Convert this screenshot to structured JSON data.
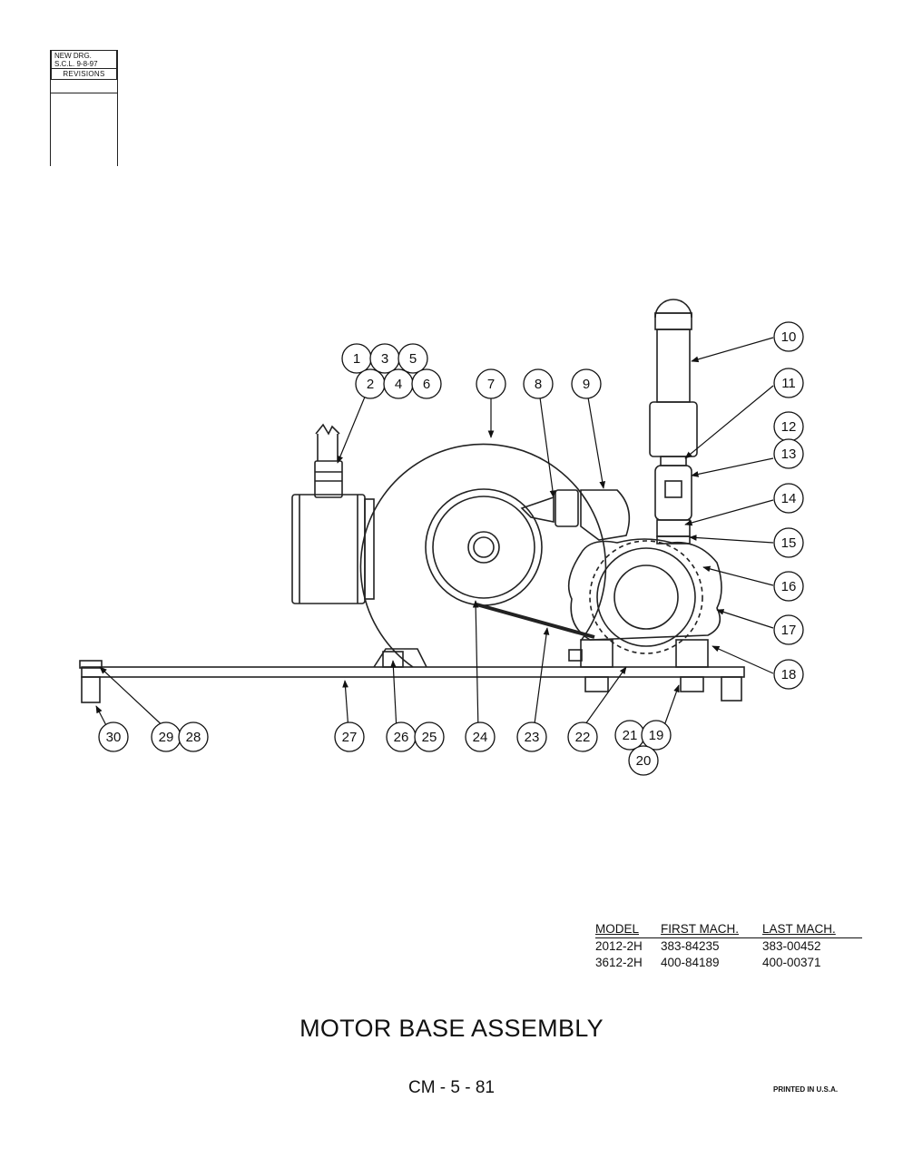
{
  "revision_block": {
    "line1": "NEW DRG.",
    "line2": "S.C.L.  9-8-97",
    "label": "REVISIONS"
  },
  "parts": {
    "p1": "1",
    "p2": "2",
    "p3": "3",
    "p4": "4",
    "p5": "5",
    "p6": "6",
    "p7": "7",
    "p8": "8",
    "p9": "9",
    "p10": "10",
    "p11": "11",
    "p12": "12",
    "p13": "13",
    "p14": "14",
    "p15": "15",
    "p16": "16",
    "p17": "17",
    "p18": "18",
    "p19": "19",
    "p20": "20",
    "p21": "21",
    "p22": "22",
    "p23": "23",
    "p24": "24",
    "p25": "25",
    "p26": "26",
    "p27": "27",
    "p28": "28",
    "p29": "29",
    "p30": "30"
  },
  "model_table": {
    "headers": [
      "MODEL",
      "FIRST MACH.",
      "LAST MACH."
    ],
    "rows": [
      [
        "2012-2H",
        "383-84235",
        "383-00452"
      ],
      [
        "3612-2H",
        "400-84189",
        "400-00371"
      ]
    ]
  },
  "title": "MOTOR BASE ASSEMBLY",
  "page_number": "CM - 5 - 81",
  "printed": "PRINTED IN U.S.A."
}
